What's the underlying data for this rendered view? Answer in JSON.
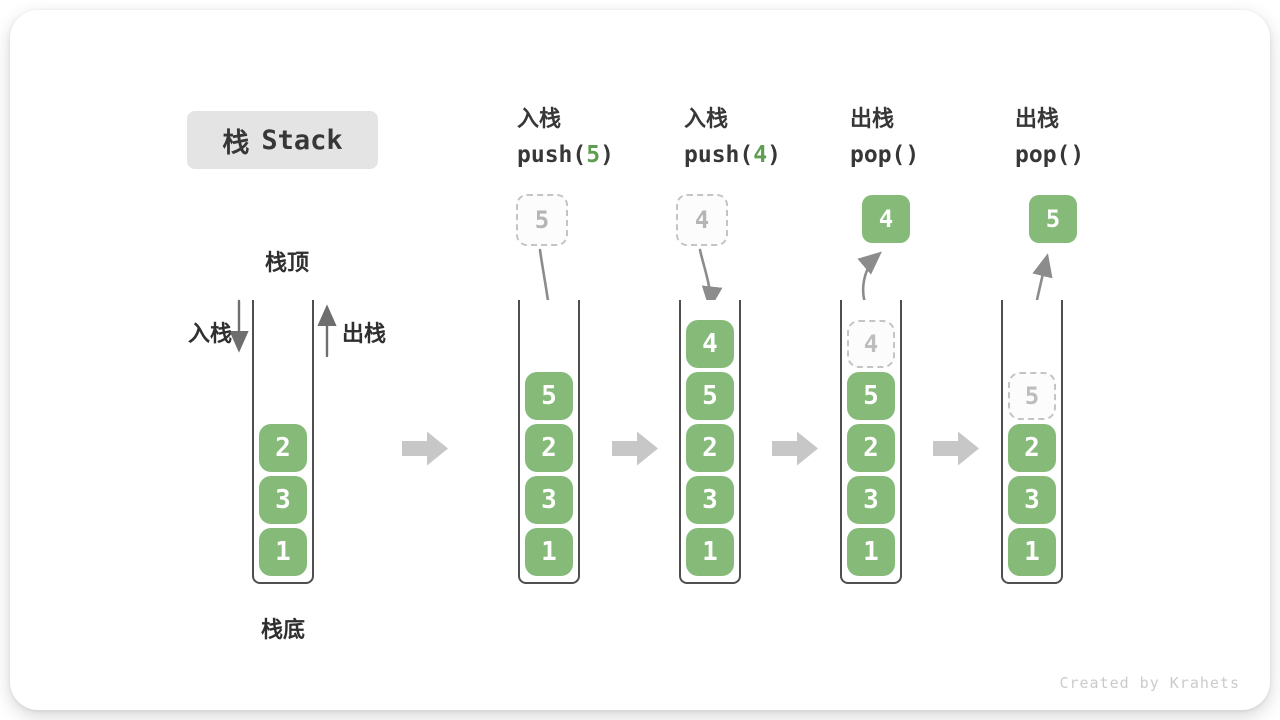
{
  "title": {
    "zh": "栈",
    "en": "Stack"
  },
  "side_labels": {
    "top": "栈顶",
    "bottom": "栈底",
    "push": "入栈",
    "pop": "出栈"
  },
  "operations": [
    {
      "zh": "入栈",
      "code_pre": "push(",
      "arg": "5",
      "code_post": ")"
    },
    {
      "zh": "入栈",
      "code_pre": "push(",
      "arg": "4",
      "code_post": ")"
    },
    {
      "zh": "出栈",
      "code_pre": "pop(",
      "arg": "",
      "code_post": ")"
    },
    {
      "zh": "出栈",
      "code_pre": "pop(",
      "arg": "",
      "code_post": ")"
    }
  ],
  "floating_items": [
    {
      "value": "5",
      "variant": "dashed"
    },
    {
      "value": "4",
      "variant": "dashed"
    },
    {
      "value": "4",
      "variant": "solid"
    },
    {
      "value": "5",
      "variant": "solid"
    }
  ],
  "stacks": [
    {
      "cells": [
        {
          "value": "2"
        },
        {
          "value": "3"
        },
        {
          "value": "1"
        }
      ]
    },
    {
      "cells": [
        {
          "value": "5"
        },
        {
          "value": "2"
        },
        {
          "value": "3"
        },
        {
          "value": "1"
        }
      ]
    },
    {
      "cells": [
        {
          "value": "4"
        },
        {
          "value": "5"
        },
        {
          "value": "2"
        },
        {
          "value": "3"
        },
        {
          "value": "1"
        }
      ]
    },
    {
      "cells": [
        {
          "value": "4",
          "dashed": true
        },
        {
          "value": "5"
        },
        {
          "value": "2"
        },
        {
          "value": "3"
        },
        {
          "value": "1"
        }
      ]
    },
    {
      "cells": [
        {
          "value": "5",
          "dashed": true
        },
        {
          "value": "2"
        },
        {
          "value": "3"
        },
        {
          "value": "1"
        }
      ]
    }
  ],
  "watermark": "Created by Krahets",
  "colors": {
    "cell_green": "#86ba79",
    "code_arg_green": "#5e9e51",
    "flow_arrow_gray": "#c7c7c7",
    "curve_arrow_gray": "#8c8c8c",
    "wall_dark": "#4f4f4f",
    "dashed_border": "#c4c4c4",
    "title_box_bg": "#e4e4e4",
    "text_dark": "#373737",
    "watermark_gray": "#cbcbcb"
  }
}
